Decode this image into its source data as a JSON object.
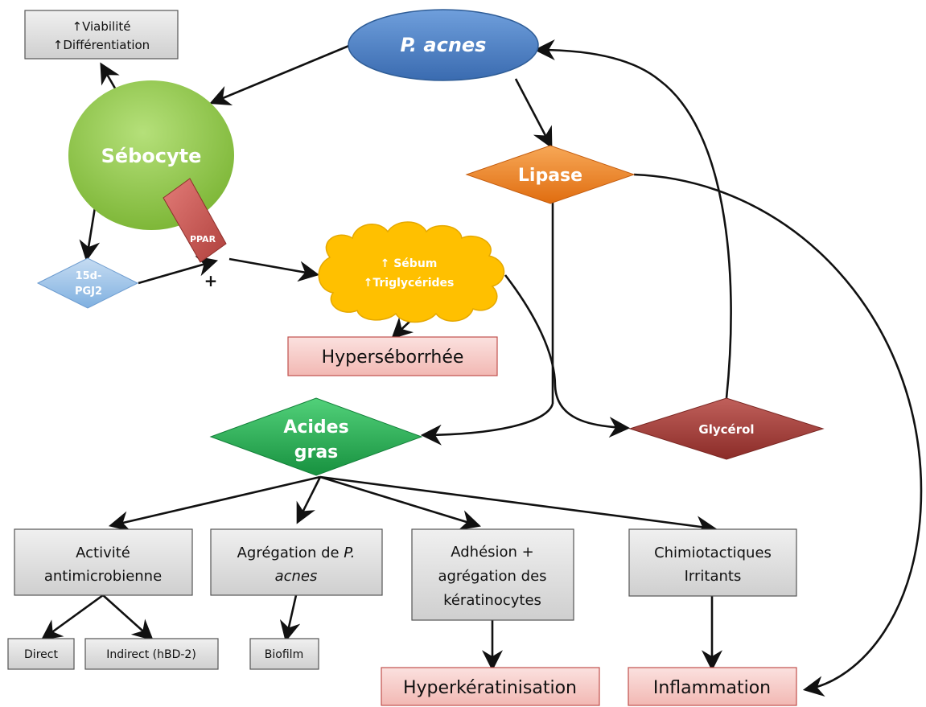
{
  "diagram": {
    "nodes": {
      "viability": {
        "line1": "↑Viabilité",
        "line2": "↑Différentiation"
      },
      "pacnes": {
        "label": "P. acnes"
      },
      "sebocyte": {
        "label": "Sébocyte"
      },
      "ppar": {
        "label": "PPAR"
      },
      "pgj2": {
        "line1": "15d-",
        "line2": "PGJ2"
      },
      "plus": {
        "label": "+"
      },
      "lipase": {
        "label": "Lipase"
      },
      "sebum": {
        "line1": "↑ Sébum",
        "line2": "↑Triglycérides"
      },
      "hyperseborrhee": {
        "label": "Hyperséborrhée"
      },
      "acides": {
        "line1": "Acides",
        "line2": "gras"
      },
      "glycerol": {
        "label": "Glycérol"
      },
      "activite": {
        "line1": "Activité",
        "line2": "antimicrobienne"
      },
      "agregation": {
        "line1": "Agrégation de ",
        "line1_italic": "P.",
        "line2": "acnes"
      },
      "adhesion": {
        "line1": "Adhésion +",
        "line2": "agrégation des",
        "line3": "kératinocytes"
      },
      "chimio": {
        "line1": "Chimiotactiques",
        "line2": "Irritants"
      },
      "direct": {
        "label": "Direct"
      },
      "indirect": {
        "label": "Indirect (hBD-2)"
      },
      "biofilm": {
        "label": "Biofilm"
      },
      "hyperkeratinisation": {
        "label": "Hyperkératinisation"
      },
      "inflammation": {
        "label": "Inflammation"
      }
    },
    "colors": {
      "pacnes": "#4a7ec4",
      "sebocyte": "#8ec63f",
      "ppar": "#c0504d",
      "pgj2": "#9dc3e6",
      "lipase": "#e8771e",
      "sebum": "#ffc000",
      "acides": "#1fa850",
      "glycerol": "#a33a36",
      "grey_box": "#d9d9d9",
      "pink_box": "#f4c7c3"
    }
  }
}
